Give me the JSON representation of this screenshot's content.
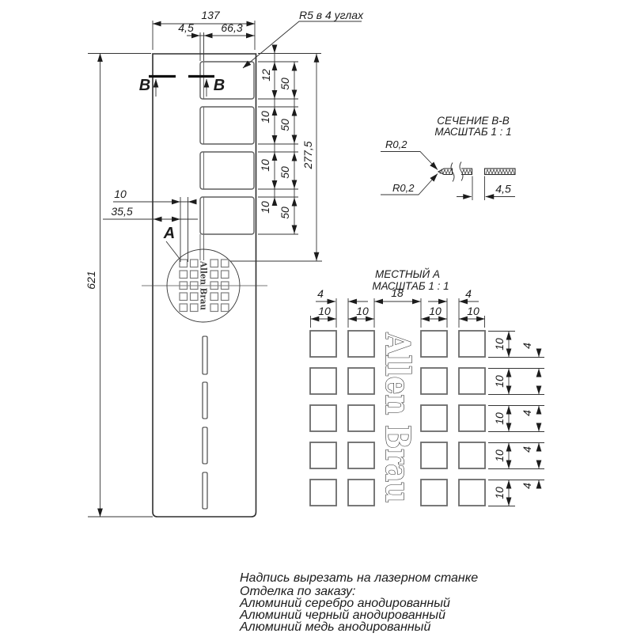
{
  "main_view": {
    "dim_width": "137",
    "dim_slit_width": "4,5",
    "dim_slot_width": "66,3",
    "note_corner_radius": "R5 в 4 углах",
    "dim_first_slot_offset": "12",
    "dim_slot_height": "50",
    "dim_slot_gap": "10",
    "dim_to_logo_grid": "277,5",
    "dim_grid_side_offset": "35,5",
    "dim_grid_square": "10",
    "dim_height": "621",
    "section_letter": "В",
    "detail_letter": "А",
    "logo_text": "Allen Brau"
  },
  "section_view": {
    "title": "СЕЧЕНИЕ В-В",
    "scale": "МАСШТАБ 1 : 1",
    "edge_radius": "R0,2",
    "dim_slit_width": "4,5"
  },
  "detail_view": {
    "title": "МЕСТНЫЙ А",
    "scale": "МАСШТАБ 1 : 1",
    "dim_gap": "4",
    "dim_square": "10",
    "dim_center_band": "18",
    "logo_text": "Allen Brau"
  },
  "notes": [
    "Надпись вырезать на лазерном станке",
    "Отделка по заказу:",
    "Алюминий серебро анодированный",
    "Алюминий черный анодированный",
    "Алюминий медь анодированный"
  ]
}
